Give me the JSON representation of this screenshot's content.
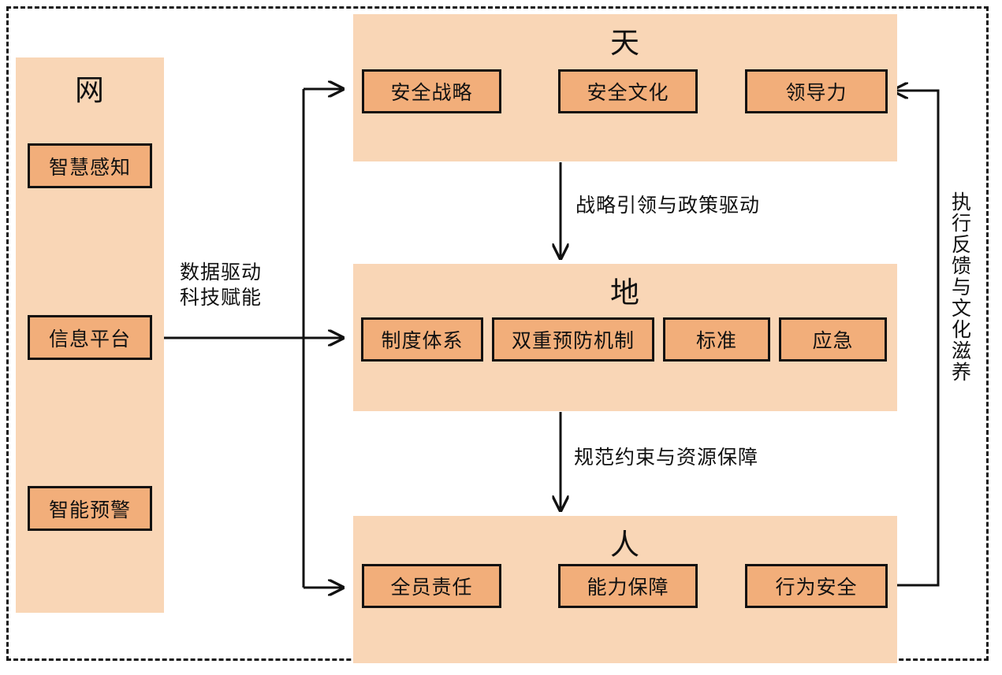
{
  "diagram": {
    "title_glyphs": {
      "net": "网",
      "heaven": "天",
      "earth": "地",
      "people": "人"
    },
    "colors": {
      "panel_band": "#F9D6B6",
      "node_fill": "#F2AE7A",
      "stroke": "#111111",
      "background": "#FFFFFF"
    },
    "left_panel": {
      "title": "网",
      "nodes": [
        {
          "label": "智慧感知"
        },
        {
          "label": "信息平台"
        },
        {
          "label": "智能预警"
        }
      ]
    },
    "layers": [
      {
        "key": "tian",
        "title": "天",
        "nodes": [
          {
            "label": "安全战略"
          },
          {
            "label": "安全文化"
          },
          {
            "label": "领导力"
          }
        ]
      },
      {
        "key": "di",
        "title": "地",
        "nodes": [
          {
            "label": "制度体系"
          },
          {
            "label": "双重预防机制"
          },
          {
            "label": "标准"
          },
          {
            "label": "应急"
          }
        ]
      },
      {
        "key": "ren",
        "title": "人",
        "nodes": [
          {
            "label": "全员责任"
          },
          {
            "label": "能力保障"
          },
          {
            "label": "行为安全"
          }
        ]
      }
    ],
    "edge_labels": {
      "data_drive": "数据驱动\n科技赋能",
      "tian_to_di": "战略引领与政策驱动",
      "di_to_ren": "规范约束与资源保障",
      "feedback_vertical": "执行反馈与文化滋养"
    }
  }
}
